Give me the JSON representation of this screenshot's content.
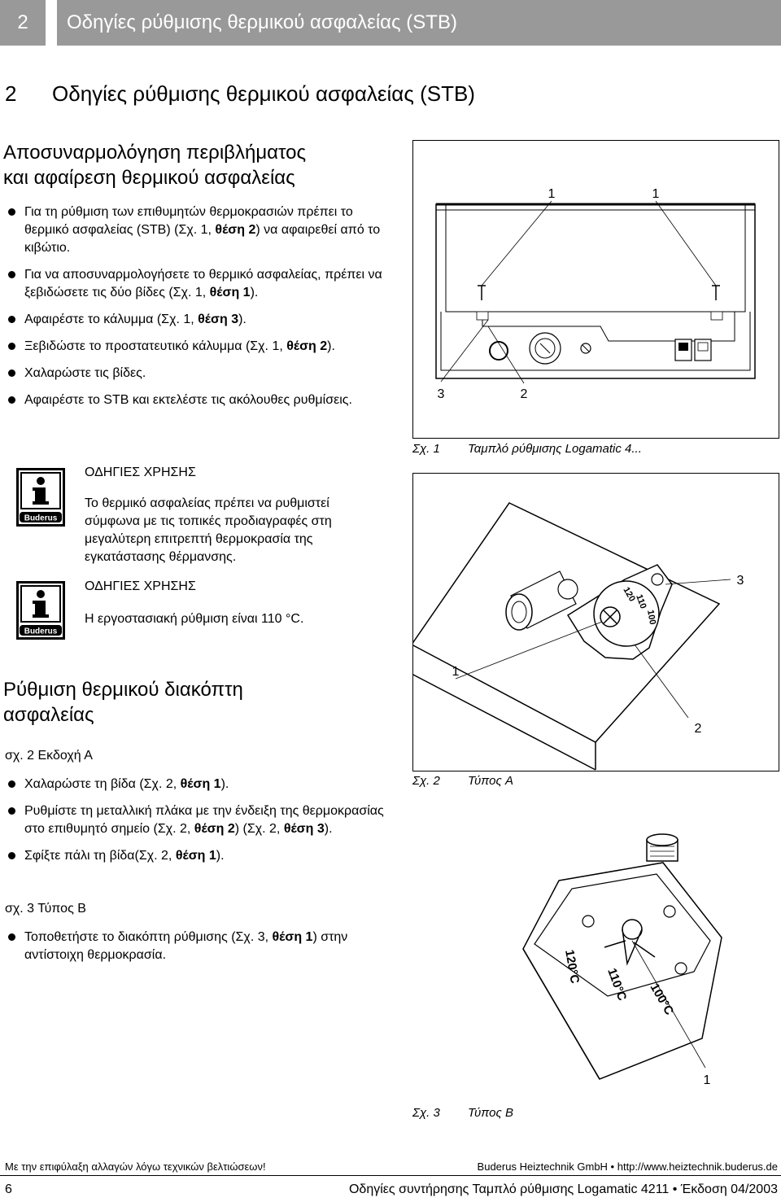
{
  "header": {
    "number": "2",
    "title": "Οδηγίες ρύθμισης θερμικού ασφαλείας (STB)"
  },
  "chapter": {
    "number": "2",
    "title": "Οδηγίες ρύθμισης θερμικού ασφαλείας (STB)"
  },
  "section1": {
    "title_line1": "Αποσυναρμολόγηση περιβλήματος",
    "title_line2": "και αφαίρεση θερμικού ασφαλείας",
    "bullets": [
      {
        "pre": "Για τη ρύθμιση των επιθυμητών θερμοκρασιών πρέπει το θερμικό ασφαλείας (STB) (Σχ. 1, ",
        "bold": "θέση 2",
        "post": ") να αφαιρεθεί από το κιβώτιο."
      },
      {
        "pre": "Για να αποσυναρμολογήσετε το θερμικό ασφαλείας, πρέπει να ξεβιδώσετε τις δύο βίδες (Σχ. 1, ",
        "bold": "θέση 1",
        "post": ")."
      },
      {
        "pre": "Αφαιρέστε το κάλυμμα (Σχ. 1, ",
        "bold": "θέση 3",
        "post": ")."
      },
      {
        "pre": "Ξεβιδώστε το προστατευτικό κάλυμμα (Σχ. 1, ",
        "bold": "θέση 2",
        "post": ")."
      },
      {
        "pre": "Χαλαρώστε τις βίδες.",
        "bold": "",
        "post": ""
      },
      {
        "pre": "Αφαιρέστε το STB και εκτελέστε τις ακόλουθες ρυθμίσεις.",
        "bold": "",
        "post": ""
      }
    ]
  },
  "notes": [
    {
      "title": "ΟΔΗΓΙΕΣ ΧΡΗΣΗΣ",
      "text": "Το θερμικό ασφαλείας πρέπει να ρυθμιστεί σύμφωνα με τις τοπικές προδιαγραφές στη μεγαλύτερη επιτρεπτή θερμοκρασία της εγκατάστασης θέρμανσης.",
      "brand": "Buderus"
    },
    {
      "title": "ΟΔΗΓΙΕΣ ΧΡΗΣΗΣ",
      "text": "Η εργοστασιακή ρύθμιση είναι 110 °C.",
      "brand": "Buderus"
    }
  ],
  "section2": {
    "title_line1": "Ρύθμιση θερμικού διακόπτη",
    "title_line2": "ασφαλείας",
    "sub_a": "σχ. 2 Εκδοχή Α",
    "bullets_a": [
      {
        "pre": "Χαλαρώστε τη βίδα (Σχ. 2, ",
        "bold": "θέση 1",
        "post": ")."
      },
      {
        "pre": "Ρυθμίστε τη μεταλλική πλάκα με την ένδειξη της θερμοκρασίας στο επιθυμητό σημείο (Σχ. 2, ",
        "bold": "θέση 2",
        "post": ") (Σχ. 2, ",
        "bold2": "θέση 3",
        "post2": ")."
      },
      {
        "pre": "Σφίξτε πάλι τη βίδα(Σχ. 2, ",
        "bold": "θέση 1",
        "post": ")."
      }
    ],
    "sub_b": "σχ. 3 Τύπος Β",
    "bullets_b": [
      {
        "pre": "Τοποθετήστε το διακόπτη ρύθμισης (Σχ. 3, ",
        "bold": "θέση 1",
        "post": ") στην αντίστοιχη θερμοκρασία."
      }
    ]
  },
  "figures": {
    "fig1": {
      "num": "Σχ. 1",
      "caption": "Ταμπλό ρύθμισης Logamatic 4...",
      "labels": [
        "1",
        "1",
        "3",
        "2"
      ]
    },
    "fig2": {
      "num": "Σχ. 2",
      "caption": "Τύπος A",
      "labels": [
        "3",
        "1",
        "2"
      ],
      "dial": [
        "120",
        "110",
        "100"
      ]
    },
    "fig3": {
      "num": "Σχ. 3",
      "caption": "Τύπος B",
      "labels": [
        "1"
      ],
      "dial": [
        "120°C",
        "110°C",
        "100°C"
      ]
    }
  },
  "footer": {
    "note": "Με την επιφύλαξη αλλαγών λόγω τεχνικών βελτιώσεων!",
    "company": "Buderus Heiztechnik GmbH • http://www.heiztechnik.buderus.de",
    "page": "6",
    "doc": "Οδηγίες συντήρησης Ταμπλό ρύθμισης Logamatic 4211 • Έκδοση 04/2003"
  }
}
